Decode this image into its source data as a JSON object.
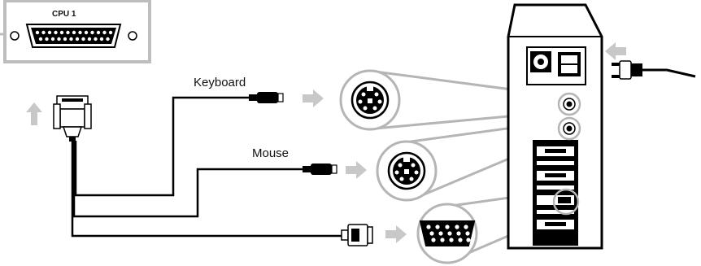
{
  "labels": {
    "port_title": "CPU 1",
    "keyboard": "Keyboard",
    "mouse": "Mouse"
  },
  "colors": {
    "outline": "#000000",
    "callout_gray": "#b5b5b5",
    "arrow_gray": "#c8c8c8",
    "panel_gray": "#bdbdbd"
  },
  "icons": {
    "port": "db25-connector-icon",
    "cable_end": "db25-plug-icon",
    "keyboard_plug": "ps2-plug-icon",
    "mouse_plug": "ps2-plug-icon",
    "video_plug": "vga-plug-icon",
    "keyboard_port": "ps2-port-icon",
    "mouse_port": "ps2-port-icon",
    "video_port": "vga-port-icon",
    "computer": "tower-computer-icon",
    "power": "power-plug-icon"
  }
}
